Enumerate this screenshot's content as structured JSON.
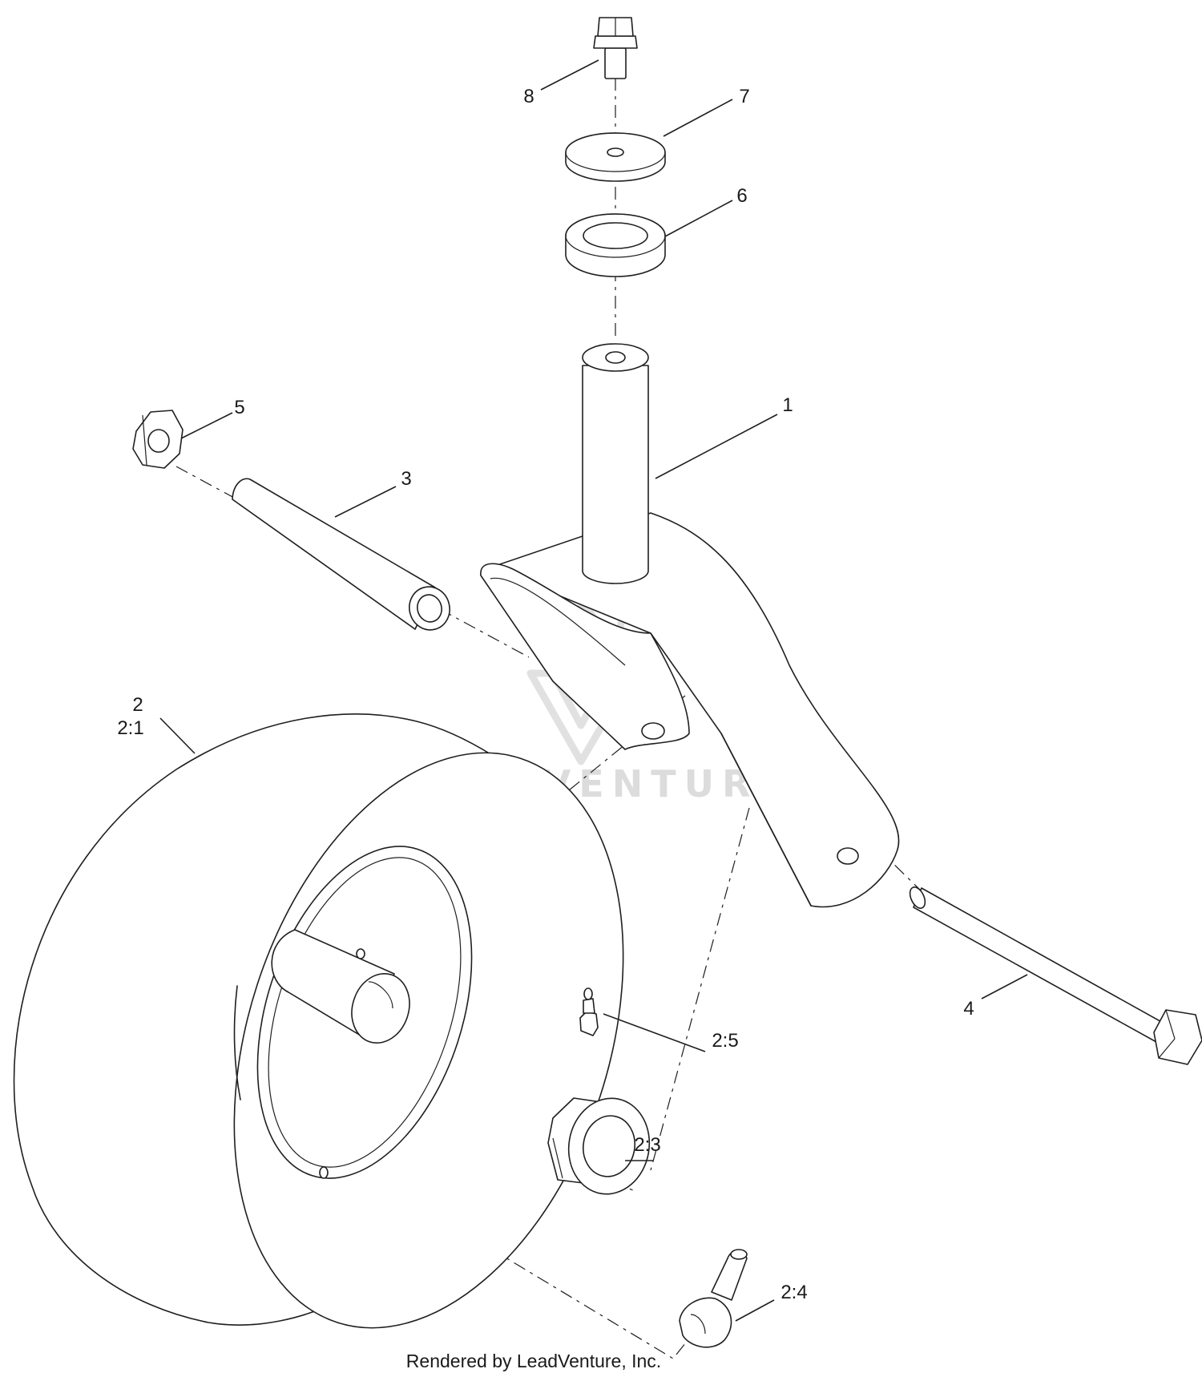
{
  "watermark": {
    "text": "LEADVENTURE"
  },
  "footer": {
    "text": "Rendered by LeadVenture, Inc."
  },
  "callouts": {
    "c1": "1",
    "c2": "2",
    "c2_1": "2:1",
    "c2_3": "2:3",
    "c2_4": "2:4",
    "c2_5": "2:5",
    "c3": "3",
    "c4": "4",
    "c5": "5",
    "c6": "6",
    "c7": "7",
    "c8": "8"
  },
  "colors": {
    "line": "#1f1f1f",
    "watermark": "#dcdcdc",
    "background": "#ffffff"
  }
}
